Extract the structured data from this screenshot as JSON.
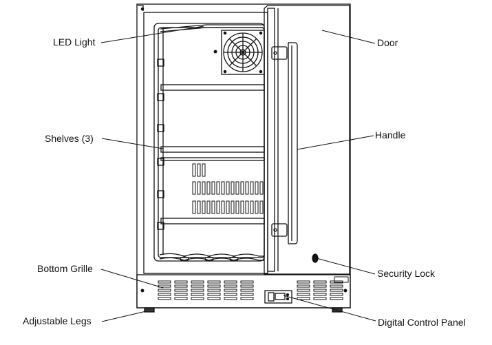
{
  "labels": {
    "led_light": "LED Light",
    "shelves": "Shelves (3)",
    "bottom_grille": "Bottom Grille",
    "adjustable_legs": "Adjustable Legs",
    "door": "Door",
    "handle": "Handle",
    "security_lock": "Security Lock",
    "digital_control_panel": "Digital Control Panel"
  },
  "colors": {
    "line": "#111111",
    "background": "#ffffff"
  }
}
